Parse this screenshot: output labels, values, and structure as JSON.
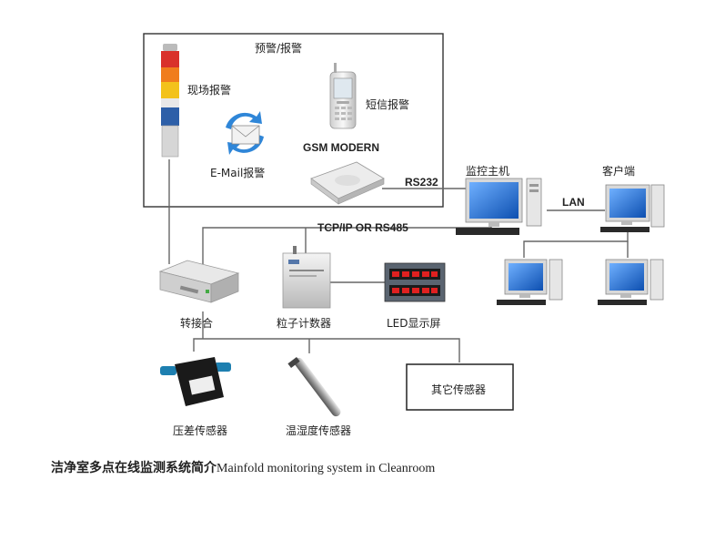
{
  "alarm_box": {
    "title": "预警/报警"
  },
  "labels": {
    "site_alarm": "现场报警",
    "email_alarm": "E-Mail报警",
    "sms_alarm": "短信报警",
    "gsm_modem": "GSM  MODERN",
    "rs232": "RS232",
    "monitor_host": "监控主机",
    "client": "客户端",
    "lan": "LAN",
    "tcpip_rs485": "TCP/IP OR RS485",
    "adapter": "转接合",
    "particle_counter": "粒子计数器",
    "led_display": "LED显示屏",
    "other_sensors": "其它传感器",
    "pressure_sensor": "压差传感器",
    "temp_humidity_sensor": "温湿度传感器"
  },
  "caption": {
    "cn": "洁净室多点在线监测系统简介",
    "en": "Mainfold monitoring system in Cleanroom"
  },
  "colors": {
    "line": "#555555",
    "lamp_red": "#d9312b",
    "lamp_orange": "#f07d1d",
    "lamp_yellow": "#f3c21b",
    "lamp_blue": "#2d5fa8",
    "screen_blue": "#1e63c8",
    "led_red": "#e02020"
  }
}
